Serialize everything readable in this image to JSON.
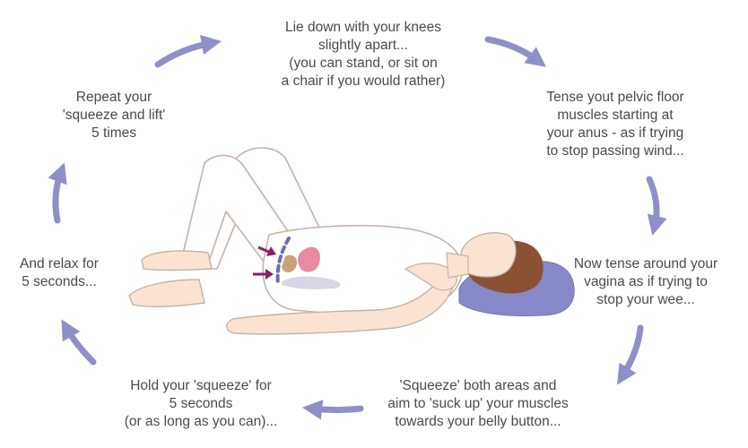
{
  "colors": {
    "arrow": "#8f90c8",
    "text": "#4a4a4a",
    "skin": "#fbe3d3",
    "outline": "#c5b3a6",
    "hair": "#8a5232",
    "pillow": "#8788c8",
    "muscle_pink": "#e98aa3",
    "muscle_tan": "#c9a27a",
    "indicator": "#8a1d63"
  },
  "steps": [
    {
      "id": "lie-down",
      "lines": [
        "Lie down with your knees",
        "slightly apart...",
        "(you can stand, or sit on",
        "a chair if you would rather)"
      ]
    },
    {
      "id": "tense-anus",
      "lines": [
        "Tense yout pelvic floor",
        "muscles starting at",
        "your anus - as if trying",
        "to stop passing wind..."
      ]
    },
    {
      "id": "tense-vagina",
      "lines": [
        "Now tense around your",
        "vagina as if trying to",
        "stop your wee..."
      ]
    },
    {
      "id": "squeeze-both",
      "lines": [
        "'Squeeze' both areas and",
        "aim to 'suck up' your muscles",
        "towards your belly button..."
      ]
    },
    {
      "id": "hold",
      "lines": [
        "Hold your 'squeeze' for",
        "5 seconds",
        "(or as long as you can)..."
      ]
    },
    {
      "id": "relax",
      "lines": [
        "And relax for",
        "5 seconds..."
      ]
    },
    {
      "id": "repeat",
      "lines": [
        "Repeat your",
        "'squeeze and lift'",
        "5 times"
      ]
    }
  ],
  "icons": {
    "cycle_arrow": "curved-arrow-icon",
    "indicator": "small-pointer-arrow-icon"
  }
}
